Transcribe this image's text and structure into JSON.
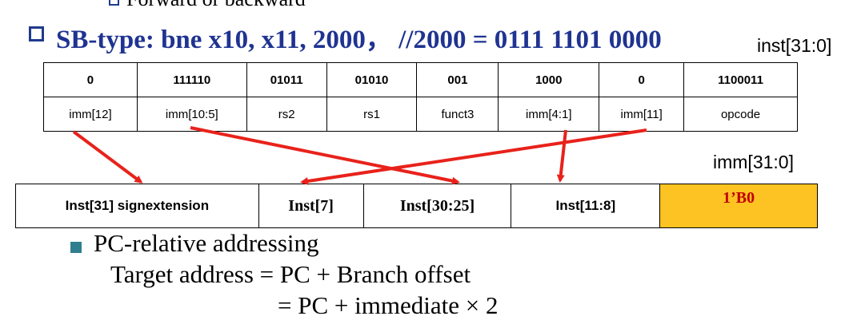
{
  "previous_line": "Forward or backward",
  "title": "SB-type: bne  x10,  x11,  2000，  //2000 = 0111 1101 0000",
  "inst_label": "inst[31:0]",
  "imm_label": "imm[31:0]",
  "inst_table": {
    "bits": [
      "0",
      "111110",
      "01011",
      "01010",
      "001",
      "1000",
      "0",
      "1100011"
    ],
    "fields": [
      "imm[12]",
      "imm[10:5]",
      "rs2",
      "rs1",
      "funct3",
      "imm[4:1]",
      "imm[11]",
      "opcode"
    ]
  },
  "imm_table": {
    "cells": [
      "Inst[31] signextension",
      "Inst[7]",
      "Inst[30:25]",
      "Inst[11:8]",
      "1’B0"
    ],
    "highlight_color": "#fdc323",
    "highlight_text_color": "#c00000"
  },
  "arrow_color": "#e8221b",
  "bullet": {
    "heading": "PC-relative addressing",
    "line1": "Target address = PC + Branch offset",
    "line2": "= PC + immediate × 2"
  }
}
